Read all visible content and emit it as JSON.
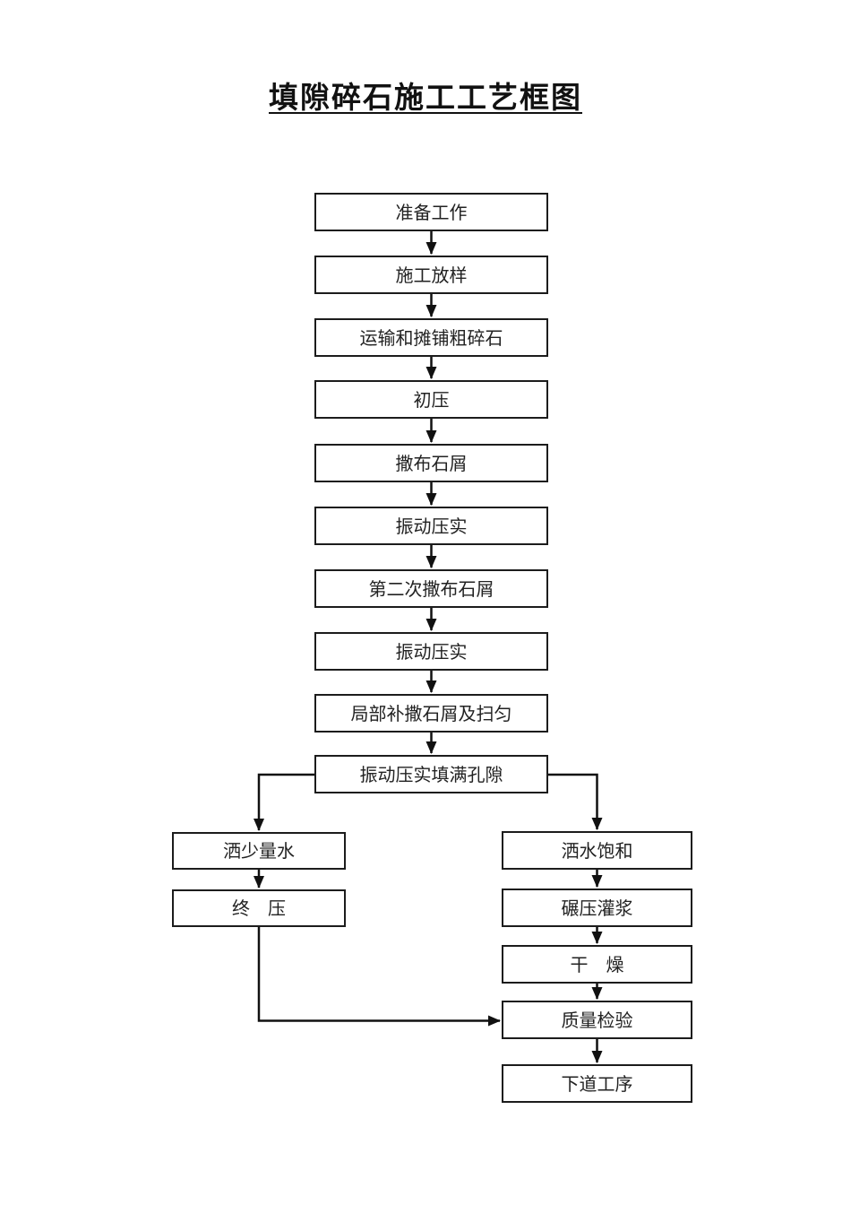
{
  "page": {
    "title": "填隙碎石施工工艺框图"
  },
  "colors": {
    "ink": "#1a1a1a",
    "box_border": "#1c1c1c",
    "background": "#ffffff"
  },
  "flowchart": {
    "type": "process-flow",
    "main": [
      {
        "id": "preparation",
        "label": "准备工作"
      },
      {
        "id": "construction-stakeout",
        "label": "施工放样"
      },
      {
        "id": "transport-spread-coarse-stone",
        "label": "运输和摊铺粗碎石"
      },
      {
        "id": "initial-compaction",
        "label": "初压"
      },
      {
        "id": "spread-stone-chips",
        "label": "撒布石屑"
      },
      {
        "id": "vibratory-compaction-1",
        "label": "振动压实"
      },
      {
        "id": "second-spread-stone-chips",
        "label": "第二次撒布石屑"
      },
      {
        "id": "vibratory-compaction-2",
        "label": "振动压实"
      },
      {
        "id": "local-supplement-chips-sweep",
        "label": "局部补撒石屑及扫匀"
      },
      {
        "id": "compact-fill-voids",
        "label": "振动压实填满孔隙"
      }
    ],
    "left_branch": [
      {
        "id": "sprinkle-little-water",
        "label": "洒少量水"
      },
      {
        "id": "final-compaction",
        "label": "终　压"
      }
    ],
    "right_branch": [
      {
        "id": "sprinkle-water-saturation",
        "label": "洒水饱和"
      },
      {
        "id": "rolling-grouting",
        "label": "碾压灌浆"
      },
      {
        "id": "drying",
        "label": "干　燥"
      },
      {
        "id": "quality-inspection",
        "label": "质量检验"
      },
      {
        "id": "next-process",
        "label": "下道工序"
      }
    ]
  }
}
